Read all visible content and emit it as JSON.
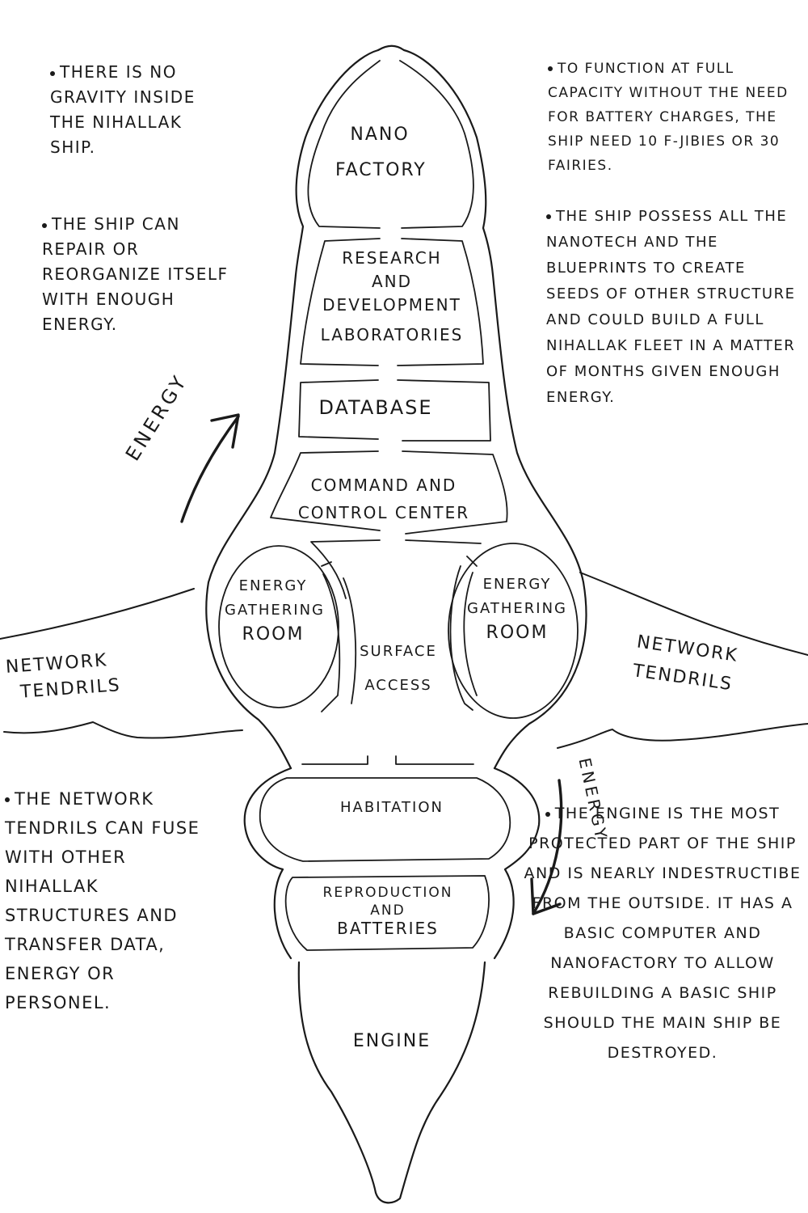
{
  "diagram": {
    "subject": "Nihallak ship",
    "rooms": {
      "nano_factory": "Nano Factory",
      "research": [
        "Research",
        "and",
        "Development",
        "Laboratories"
      ],
      "database": "Database",
      "command": [
        "Command and",
        "Control Center"
      ],
      "energy_left": [
        "Energy",
        "Gathering",
        "Room"
      ],
      "energy_right": [
        "Energy",
        "Gathering",
        "Room"
      ],
      "surface_access": [
        "Surface",
        "Access"
      ],
      "habitation": "Habitation",
      "reproduction": [
        "Reproduction",
        "and",
        "Batteries"
      ],
      "engine": "Engine"
    },
    "tendrils": {
      "left": [
        "Network",
        "Tendrils"
      ],
      "right": [
        "Network",
        "Tendrils"
      ]
    },
    "flow_labels": {
      "energy_up": "Energy",
      "energy_down": "Energy"
    }
  },
  "notes": {
    "top_left_1": "There is no gravity inside the Nihallak ship.",
    "top_left_2": "The ship can repair or reorganize itself with enough energy.",
    "top_right_1": "To function at full capacity without the need for battery charges, the ship need 10 F-Jibies or 30 fairies.",
    "top_right_2": "The ship possess all the nanotech and the blueprints to create seeds of other structure and could build a full Nihallak fleet in a matter of months given enough energy.",
    "bottom_left": "The network tendrils can fuse with other Nihallak structures and transfer data, energy or personel.",
    "bottom_right": "The engine is the most protected part of the ship and is nearly indestructibe from the outside. It has a basic computer and nanofactory to allow rebuilding a basic ship should the main ship be destroyed."
  },
  "colors": {
    "ink": "#1a1a1a",
    "paper": "#ffffff"
  }
}
